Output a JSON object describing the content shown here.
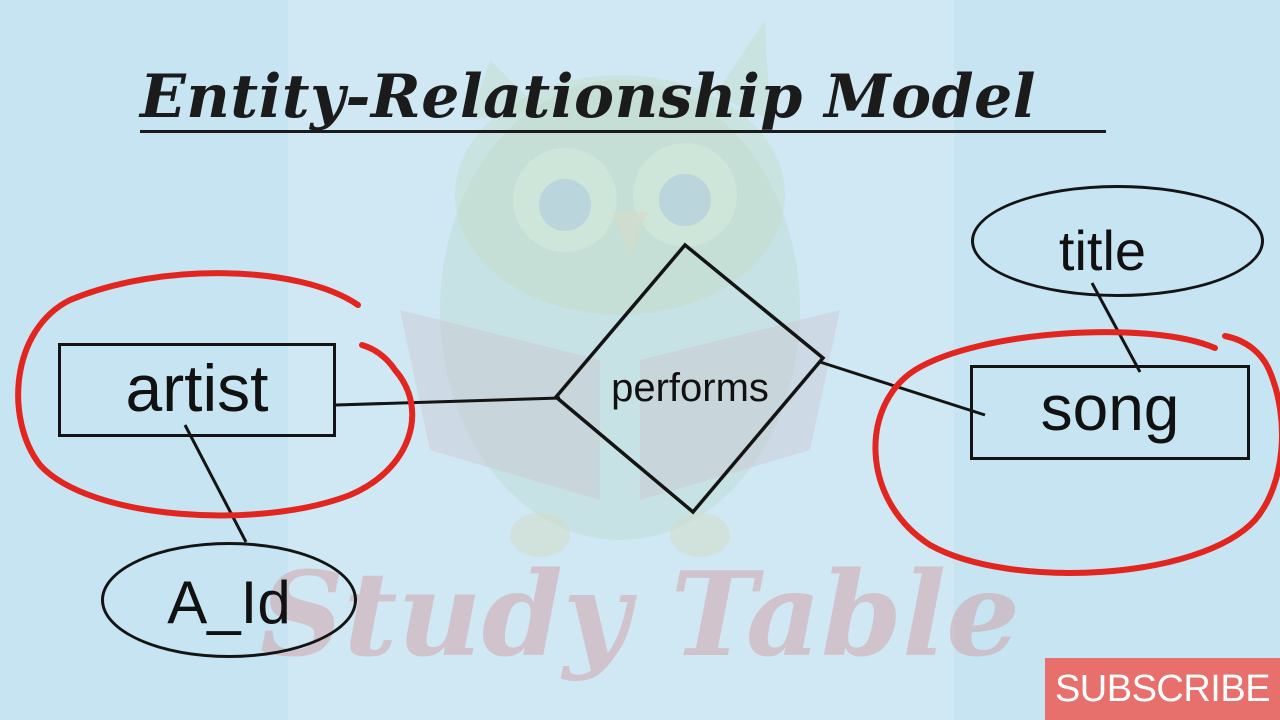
{
  "title": "Entity-Relationship Model",
  "entities": {
    "artist": "artist",
    "song": "song"
  },
  "relationship": "performs",
  "attributes": {
    "artist_attr": "A_Id",
    "song_attr": "title"
  },
  "watermark": "Study Table",
  "subscribe_label": "SUBSCRIBE",
  "colors": {
    "background": "#c6e4f2",
    "annotation": "#e2261f",
    "subscribe": "#e8706c"
  },
  "icons": {
    "mascot": "owl-reading-book-icon"
  }
}
